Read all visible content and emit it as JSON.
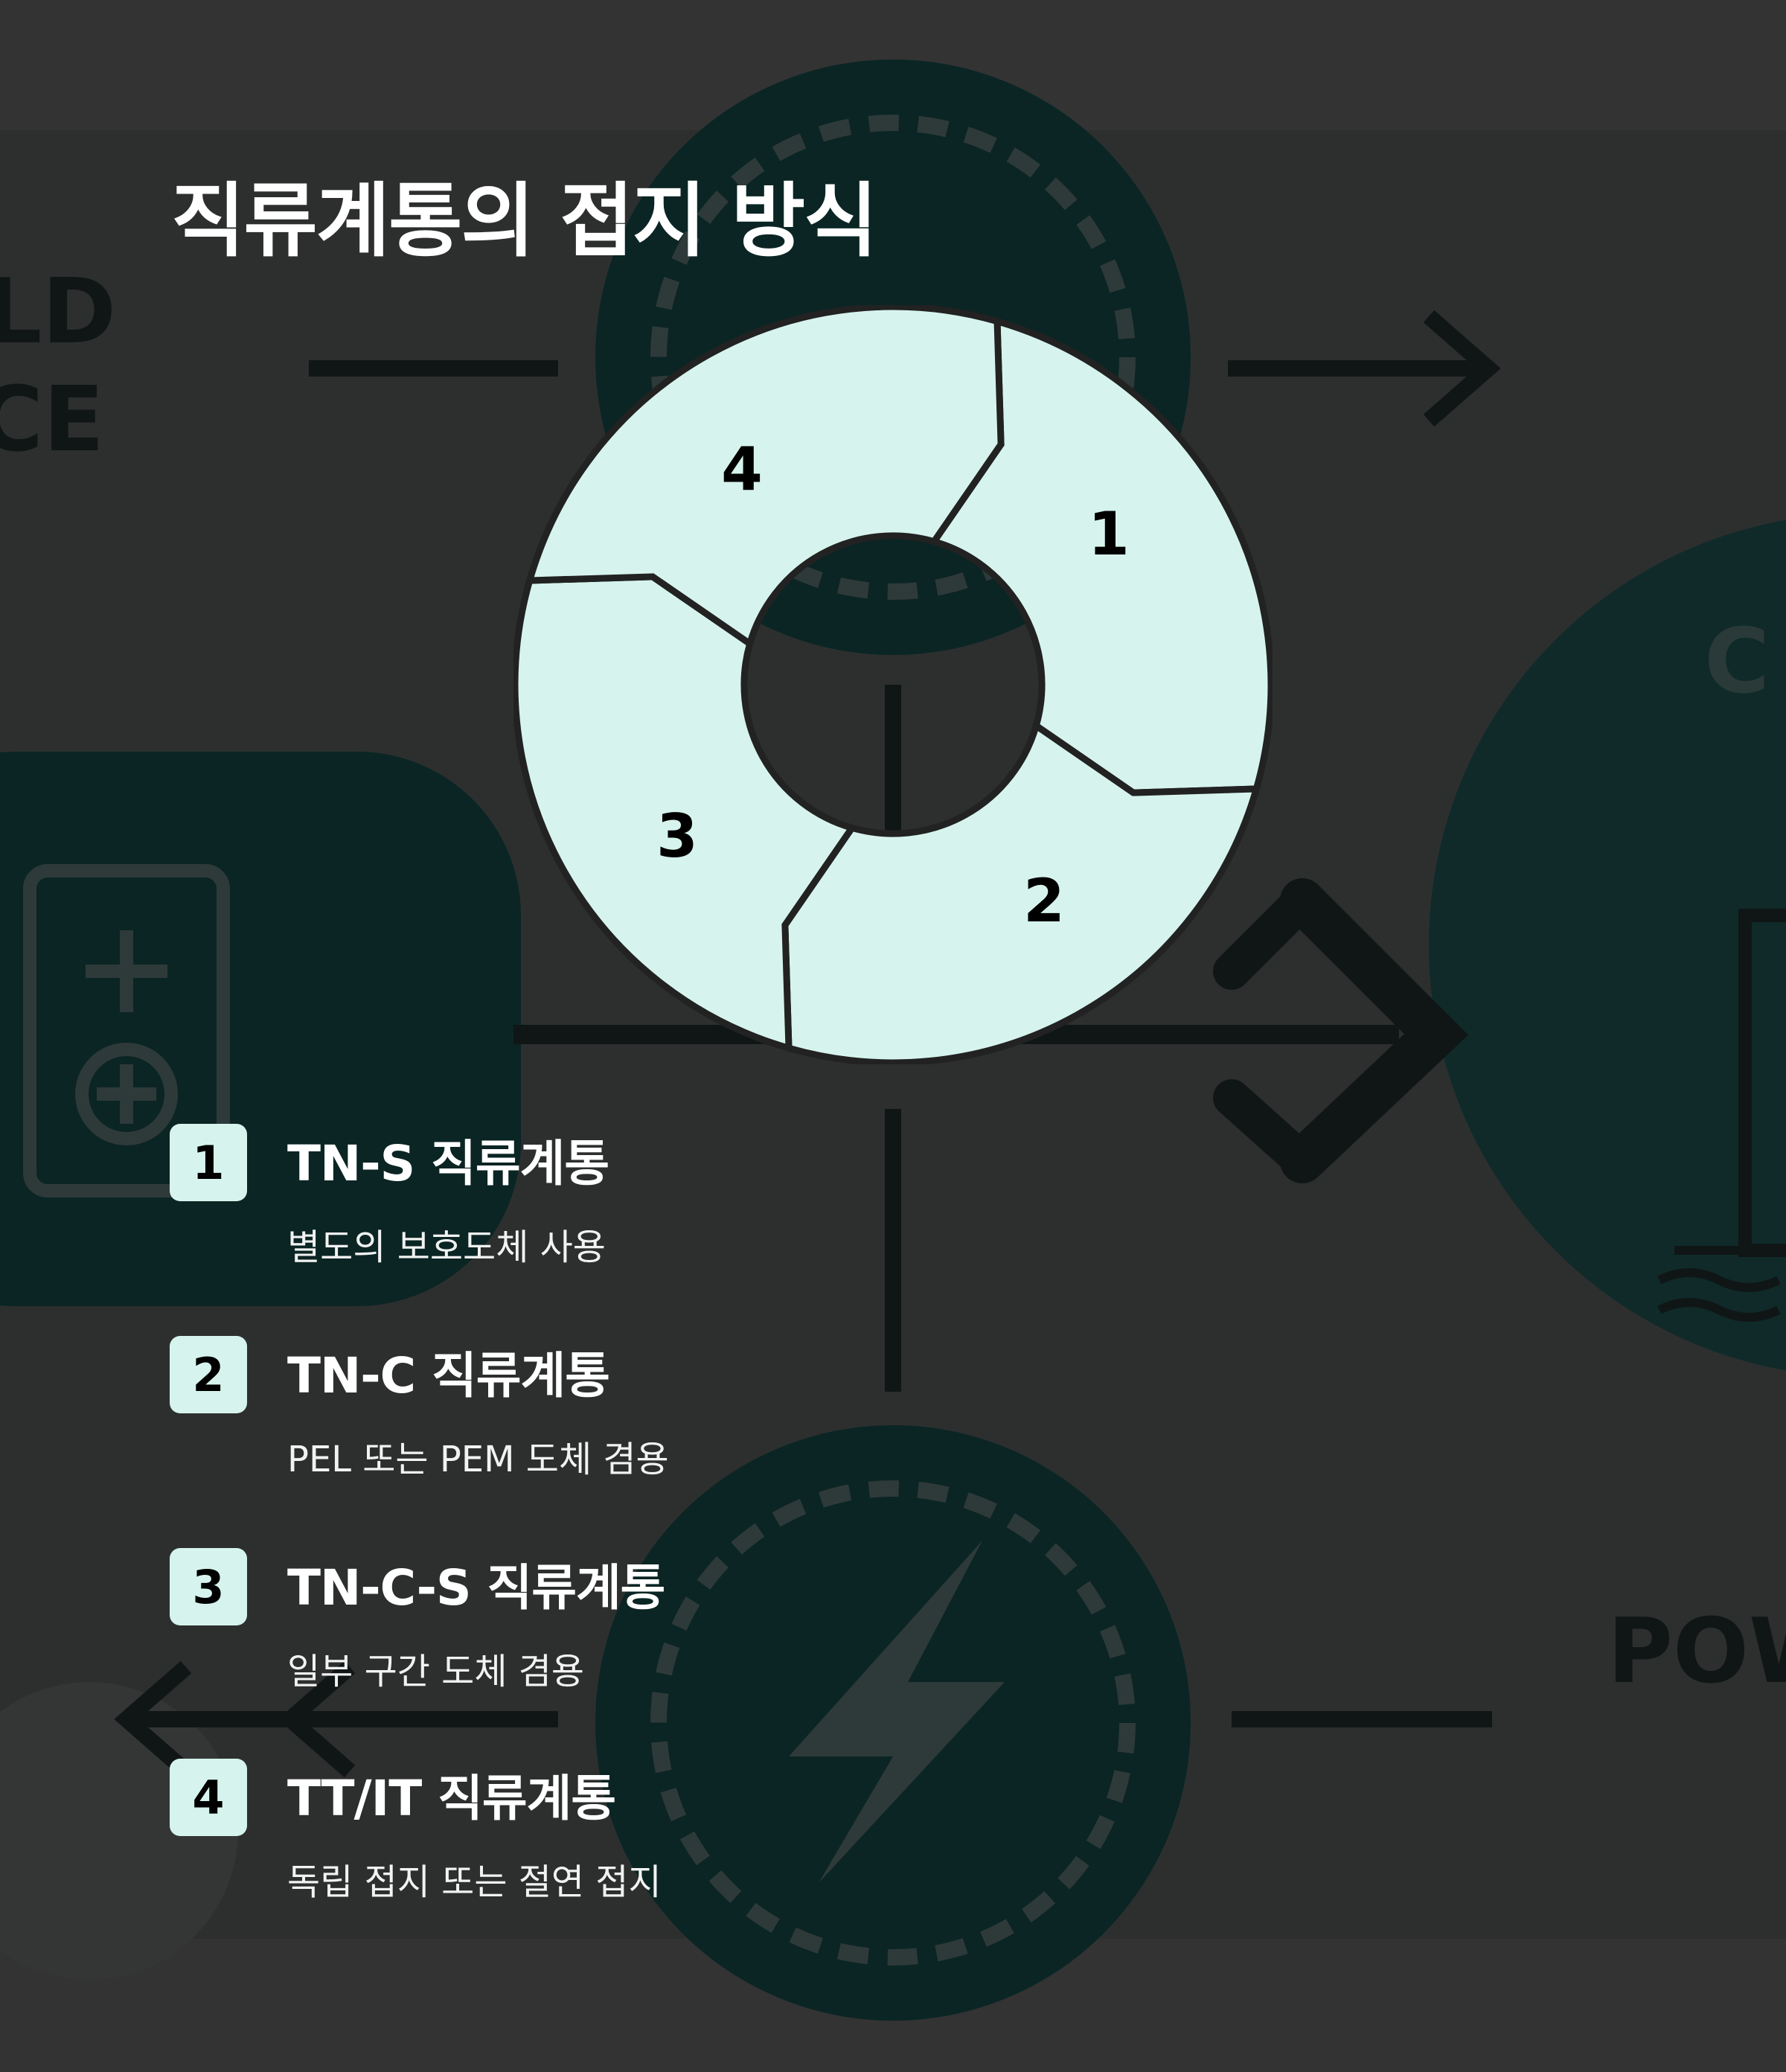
{
  "title": "직류계통의 접지 방식",
  "cycle": {
    "segments": [
      "1",
      "2",
      "3",
      "4"
    ]
  },
  "items": [
    {
      "number": "1",
      "title": "TN-S 직류계통",
      "description": "별도의 보호도체 사용"
    },
    {
      "number": "2",
      "title": "TN-C 직류계통",
      "description": "PEL 또는 PEM 도체 겸용"
    },
    {
      "number": "3",
      "title": "TN-C-S 직류계통",
      "description": "일부 구간 도체 겸용"
    },
    {
      "number": "4",
      "title": "TT/IT 직류계통",
      "description": "독립 접지 또는 절연 접지"
    }
  ],
  "colors": {
    "background": "#333333",
    "accent": "#d6f4ed",
    "bg_teal": "#0a2524"
  }
}
